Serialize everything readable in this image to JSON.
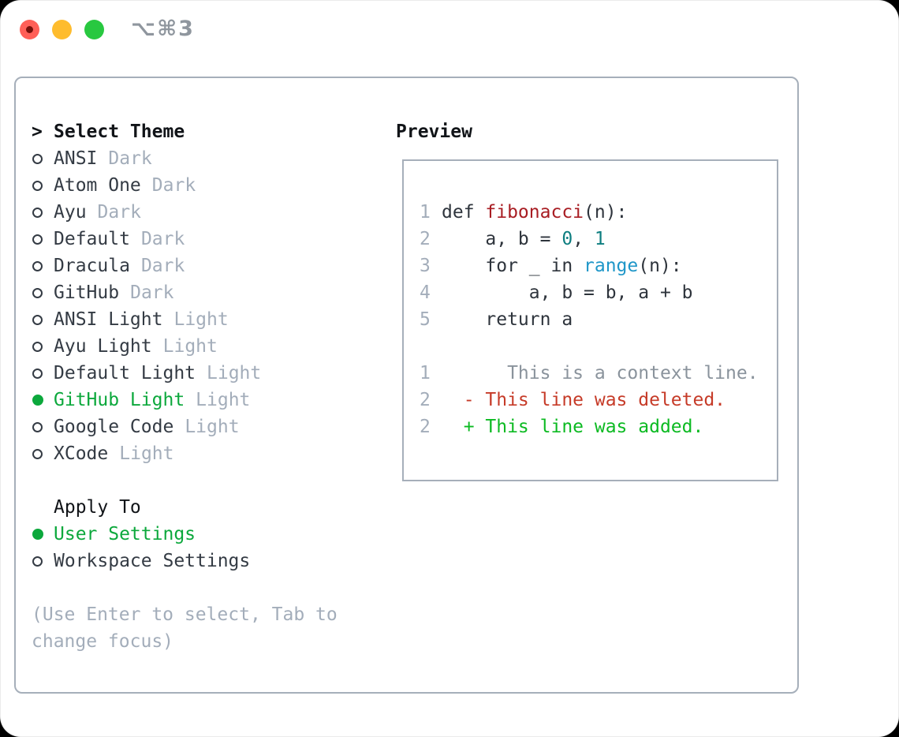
{
  "window": {
    "title": "⌥⌘3"
  },
  "colors": {
    "accent_green": "#0CA83C",
    "traffic_red": "#FF5F57",
    "traffic_red_dot": "#76100A",
    "traffic_yellow": "#FEBC2E",
    "traffic_green": "#28C840",
    "title_gray": "#8F969E",
    "border_gray": "#A6AFBA",
    "heading_fg": "#111418",
    "item_fg": "#343B44",
    "muted": "#A3ADBA",
    "code_fg": "#2E343C",
    "func_red": "#A81D23",
    "number_teal": "#0E7E80",
    "builtin_blue": "#1E96C8",
    "context_gray": "#8A939C",
    "deleted_red": "#C63B28",
    "added_green": "#0CBA22"
  },
  "theme_picker": {
    "header_prefix": ">",
    "header": "Select Theme",
    "items": [
      {
        "label": "ANSI",
        "tag": "Dark",
        "selected": false
      },
      {
        "label": "Atom One",
        "tag": "Dark",
        "selected": false
      },
      {
        "label": "Ayu",
        "tag": "Dark",
        "selected": false
      },
      {
        "label": "Default",
        "tag": "Dark",
        "selected": false
      },
      {
        "label": "Dracula",
        "tag": "Dark",
        "selected": false
      },
      {
        "label": "GitHub",
        "tag": "Dark",
        "selected": false
      },
      {
        "label": "ANSI Light",
        "tag": "Light",
        "selected": false
      },
      {
        "label": "Ayu Light",
        "tag": "Light",
        "selected": false
      },
      {
        "label": "Default Light",
        "tag": "Light",
        "selected": false
      },
      {
        "label": "GitHub Light",
        "tag": "Light",
        "selected": true
      },
      {
        "label": "Google Code",
        "tag": "Light",
        "selected": false
      },
      {
        "label": "XCode",
        "tag": "Light",
        "selected": false
      }
    ]
  },
  "apply_to": {
    "header": "Apply To",
    "items": [
      {
        "label": "User Settings",
        "selected": true
      },
      {
        "label": "Workspace Settings",
        "selected": false
      }
    ]
  },
  "help_lines": [
    "(Use Enter to select, Tab to",
    "change focus)"
  ],
  "preview": {
    "header": "Preview",
    "code_lines": [
      {
        "num": "1",
        "tokens": [
          {
            "t": "def ",
            "c": "fg"
          },
          {
            "t": "fibonacci",
            "c": "func"
          },
          {
            "t": "(n):",
            "c": "fg"
          }
        ]
      },
      {
        "num": "2",
        "tokens": [
          {
            "t": "    a, b = ",
            "c": "fg"
          },
          {
            "t": "0",
            "c": "num"
          },
          {
            "t": ", ",
            "c": "fg"
          },
          {
            "t": "1",
            "c": "num"
          }
        ]
      },
      {
        "num": "3",
        "tokens": [
          {
            "t": "    for _ in ",
            "c": "fg"
          },
          {
            "t": "range",
            "c": "builtin"
          },
          {
            "t": "(n):",
            "c": "fg"
          }
        ]
      },
      {
        "num": "4",
        "tokens": [
          {
            "t": "        a, b = b, a + b",
            "c": "fg"
          }
        ]
      },
      {
        "num": "5",
        "tokens": [
          {
            "t": "    return a",
            "c": "fg"
          }
        ]
      }
    ],
    "diff_lines": [
      {
        "num": "1",
        "tokens": [
          {
            "t": "      This is a context line.",
            "c": "context"
          }
        ]
      },
      {
        "num": "2",
        "tokens": [
          {
            "t": "  - This line was deleted.",
            "c": "deleted"
          }
        ]
      },
      {
        "num": "2",
        "tokens": [
          {
            "t": "  + This line was added.",
            "c": "added"
          }
        ]
      }
    ]
  }
}
